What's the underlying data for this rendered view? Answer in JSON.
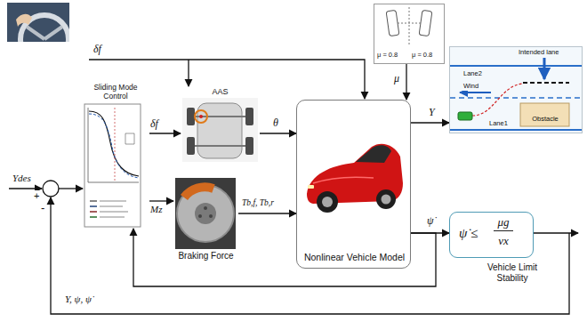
{
  "diagram": {
    "nodes": [
      {
        "text": [
          "μ = 0.8",
          "μ = 0.8"
        ]
      },
      {
        "text": [
          "Intended lane",
          "Lane2",
          "Wind",
          "Lane1",
          "Obstacle"
        ]
      },
      {
        "text": [
          "Sliding Mode Control"
        ]
      },
      {
        "text": [
          "AAS"
        ]
      },
      {
        "text": [
          "Braking Force"
        ]
      },
      {
        "text": [
          "Nonlinear Vehicle Model"
        ]
      },
      {
        "text": [
          "ψ̇ ≤",
          "μg",
          "vx",
          "Vehicle Limit Stability"
        ]
      }
    ],
    "edges": [
      {
        "from": 2,
        "to": 3,
        "arrow": "to",
        "label": "δf"
      },
      {
        "from": 2,
        "to": 4,
        "arrow": "to",
        "label": "Mz"
      },
      {
        "from": 3,
        "to": 5,
        "arrow": "to",
        "label": "θ"
      },
      {
        "from": 4,
        "to": 5,
        "arrow": "to",
        "label": "Tb,f, Tb,r"
      },
      {
        "from": 0,
        "to": 5,
        "arrow": "to",
        "label": "μ"
      },
      {
        "from": 5,
        "to": 1,
        "arrow": "to",
        "label": "Y"
      },
      {
        "from": 5,
        "to": 6,
        "arrow": "to",
        "label": "ψ̇"
      },
      {
        "from": 5,
        "to": 2,
        "arrow": "to"
      }
    ],
    "labels": [
      "δf",
      "Ydes",
      "+",
      "-",
      "Y, ψ, ψ̇"
    ]
  }
}
